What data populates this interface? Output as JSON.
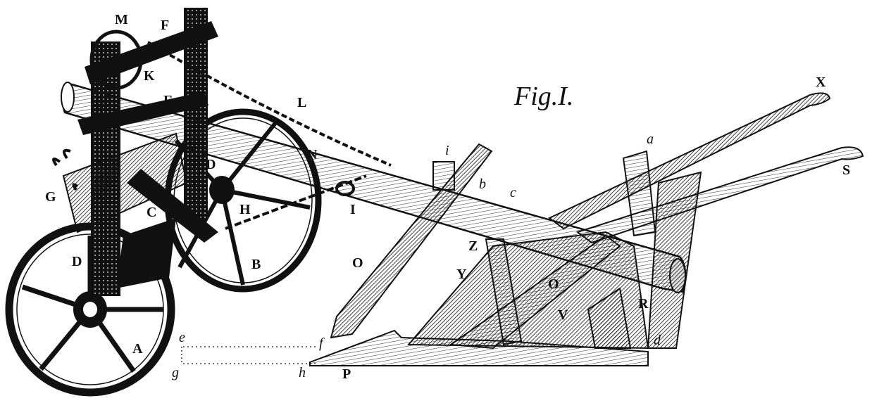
{
  "figure": {
    "title": "Fig.I.",
    "labels": {
      "M": "M",
      "F": "F",
      "K": "K",
      "E": "E",
      "L": "L",
      "N": "N",
      "D_upper": "D",
      "G": "G",
      "C": "C",
      "H": "H",
      "I": "I",
      "B": "B",
      "D_lower": "D",
      "A": "A",
      "O_coulter": "O",
      "O_mould": "O",
      "Z": "Z",
      "Y": "Y",
      "V": "V",
      "R": "R",
      "X": "X",
      "S": "S",
      "P": "P",
      "a": "a",
      "b": "b",
      "c": "c",
      "d": "d",
      "e": "e",
      "f": "f",
      "g": "g",
      "h": "h",
      "i": "i"
    }
  }
}
